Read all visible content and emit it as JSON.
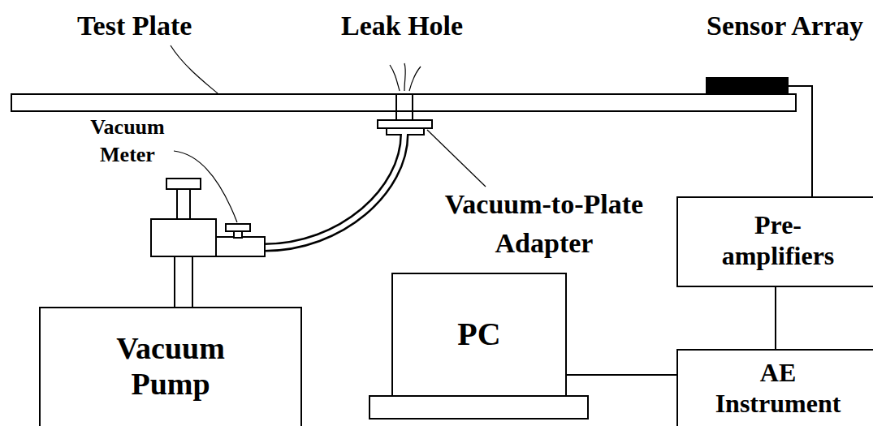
{
  "diagram": {
    "nodes": [
      {
        "text": [
          "Vacuum Pump"
        ]
      },
      {
        "text": [
          "PC"
        ]
      },
      {
        "text": [
          "Pre-amplifiers"
        ]
      },
      {
        "text": [
          "AE Instrument"
        ]
      }
    ],
    "edges": [
      {
        "from": 1,
        "to": 3,
        "arrow": "none"
      },
      {
        "from": 2,
        "to": 3,
        "arrow": "none"
      }
    ],
    "labels": [
      "Test Plate",
      "Leak Hole",
      "Sensor Array",
      "Vacuum Meter",
      "Vacuum-to-Plate Adapter"
    ]
  }
}
